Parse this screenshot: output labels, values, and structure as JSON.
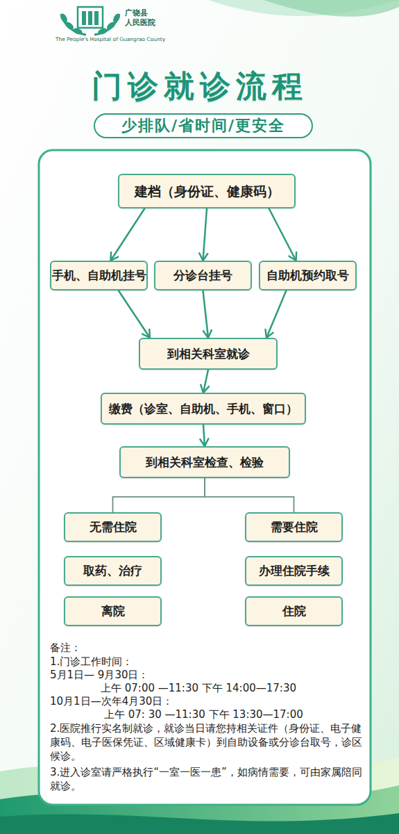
{
  "diagram": {
    "title": "门诊就诊流程",
    "nodes": [
      {
        "text": [
          "少排队/省时间/更安全"
        ]
      },
      {
        "text": [
          "建档（身份证、健康码）"
        ]
      },
      {
        "text": [
          "手机、自助机挂号"
        ]
      },
      {
        "text": [
          "分诊台挂号"
        ]
      },
      {
        "text": [
          "自助机预约取号"
        ]
      },
      {
        "text": [
          "到相关科室就诊"
        ]
      },
      {
        "text": [
          "缴费（诊室、自助机、手机、窗口）"
        ]
      },
      {
        "text": [
          "到相关科室检查、检验"
        ]
      },
      {
        "text": [
          "无需住院"
        ]
      },
      {
        "text": [
          "需要住院"
        ]
      },
      {
        "text": [
          "取药、治疗"
        ]
      },
      {
        "text": [
          "办理住院手续"
        ]
      },
      {
        "text": [
          "离院"
        ]
      },
      {
        "text": [
          "住院"
        ]
      }
    ],
    "edges": [
      {
        "from": 1,
        "to": 2,
        "arrow": "to"
      },
      {
        "from": 1,
        "to": 3,
        "arrow": "to"
      },
      {
        "from": 1,
        "to": 4,
        "arrow": "to"
      },
      {
        "from": 2,
        "to": 5,
        "arrow": "to"
      },
      {
        "from": 3,
        "to": 5,
        "arrow": "to"
      },
      {
        "from": 4,
        "to": 5,
        "arrow": "to"
      },
      {
        "from": 5,
        "to": 6,
        "arrow": "to"
      },
      {
        "from": 6,
        "to": 7,
        "arrow": "to"
      },
      {
        "from": 7,
        "to": 8,
        "arrow": "none"
      },
      {
        "from": 7,
        "to": 9,
        "arrow": "none"
      }
    ],
    "labels": [
      "广饶县",
      "人民医院",
      "The People's Hospital of Guangrao County",
      "备注：",
      "1.门诊工作时间：",
      "5月1日— 9月30日：",
      "上午 07:00 —11:30  下午 14:00—17:30",
      "10月1日—次年4月30日：",
      "上午 07: 30 —11:30 下午 13:30—17:00",
      "2.医院推行实名制就诊，就诊当日请您持相关证件（身份证、电子健康码、电子医保凭证、区域健康卡）到自助设备或分诊台取号，诊区候诊。",
      "3.进入诊室请严格执行“一室一医一患”，如病情需要，可由家属陪同就诊。"
    ]
  }
}
